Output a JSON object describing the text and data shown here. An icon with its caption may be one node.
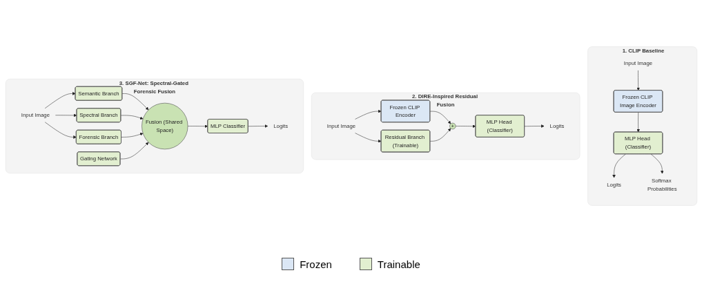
{
  "diagram": {
    "nodes": [
      {
        "text": [
          "1. CLIP Baseline"
        ]
      },
      {
        "text": [
          "Input Image"
        ],
        "in": 0
      },
      {
        "text": [
          "Frozen CLIP Image Encoder"
        ],
        "in": 0
      },
      {
        "text": [
          "MLP Head (Classifier)"
        ],
        "in": 0
      },
      {
        "text": [
          "Logits"
        ],
        "in": 0
      },
      {
        "text": [
          "Softmax Probabilities"
        ],
        "in": 0
      },
      {
        "text": [
          "2. DIRE-Inspired Residual Fusion"
        ]
      },
      {
        "text": [
          "Input Image"
        ],
        "in": 6
      },
      {
        "text": [
          "Frozen CLIP Encoder"
        ],
        "in": 6
      },
      {
        "text": [
          "Residual Branch (Trainable)"
        ],
        "in": 6
      },
      {
        "text": [
          "+"
        ],
        "in": 6
      },
      {
        "text": [
          "MLP Head (Classifier)"
        ],
        "in": 6
      },
      {
        "text": [
          "Logits"
        ],
        "in": 6
      },
      {
        "text": [
          "3. SGF-Net: Spectral-Gated Forensic Fusion"
        ]
      },
      {
        "text": [
          "Input Image"
        ],
        "in": 13
      },
      {
        "text": [
          "Semantic Branch"
        ],
        "in": 13
      },
      {
        "text": [
          "Spectral Branch"
        ],
        "in": 13
      },
      {
        "text": [
          "Forensic Branch"
        ],
        "in": 13
      },
      {
        "text": [
          "Fusion (Shared Space)"
        ],
        "in": 13
      },
      {
        "text": [
          "Gating Network"
        ],
        "in": 13
      },
      {
        "text": [
          "MLP Classifier"
        ],
        "in": 13
      },
      {
        "text": [
          "Logits"
        ],
        "in": 13
      }
    ],
    "edges": [
      {
        "from": 1,
        "to": 2,
        "arrow": "to"
      },
      {
        "from": 2,
        "to": 3,
        "arrow": "to"
      },
      {
        "from": 3,
        "to": 4,
        "arrow": "to"
      },
      {
        "from": 3,
        "to": 5,
        "arrow": "to"
      },
      {
        "from": 7,
        "to": 8,
        "arrow": "to"
      },
      {
        "from": 7,
        "to": 9,
        "arrow": "to"
      },
      {
        "from": 8,
        "to": 10,
        "arrow": "to"
      },
      {
        "from": 9,
        "to": 10,
        "arrow": "to"
      },
      {
        "from": 10,
        "to": 11,
        "arrow": "to"
      },
      {
        "from": 11,
        "to": 12,
        "arrow": "to"
      },
      {
        "from": 14,
        "to": 15,
        "arrow": "to"
      },
      {
        "from": 14,
        "to": 16,
        "arrow": "to"
      },
      {
        "from": 14,
        "to": 17,
        "arrow": "to"
      },
      {
        "from": 15,
        "to": 18,
        "arrow": "to"
      },
      {
        "from": 16,
        "to": 18,
        "arrow": "to"
      },
      {
        "from": 17,
        "to": 18,
        "arrow": "to"
      },
      {
        "from": 19,
        "to": 18,
        "arrow": "to"
      },
      {
        "from": 18,
        "to": 20,
        "arrow": "to"
      },
      {
        "from": 20,
        "to": 21,
        "arrow": "to"
      }
    ],
    "legend": [
      {
        "text": "Frozen",
        "color": "#dbe7f5"
      },
      {
        "text": "Trainable",
        "color": "#e2efd0"
      }
    ]
  }
}
